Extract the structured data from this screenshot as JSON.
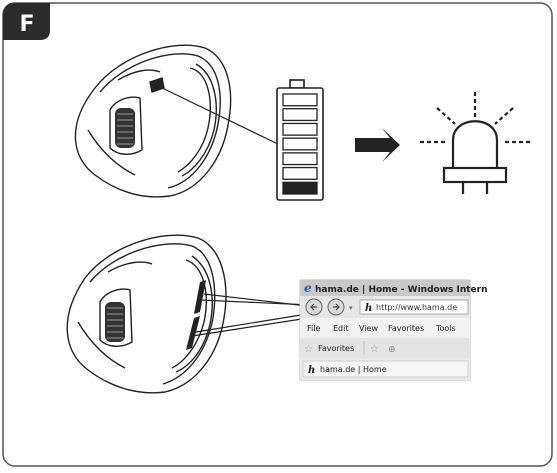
{
  "panel": {
    "label": "F"
  },
  "browser": {
    "title": "hama.de | Home - Windows Intern",
    "address": "http://www.hama.de",
    "menu": [
      "File",
      "Edit",
      "View",
      "Favorites",
      "Tools"
    ],
    "favorites_label": "Favorites",
    "tab_title": "hama.de | Home"
  },
  "battery": {
    "segments_total": 7,
    "segments_filled": 1
  },
  "colors": {
    "ink": "#222222",
    "panel_label_bg": "#2b2b2b",
    "browser_title_bg": "#c9c9c9",
    "browser_bg": "#ededed"
  }
}
